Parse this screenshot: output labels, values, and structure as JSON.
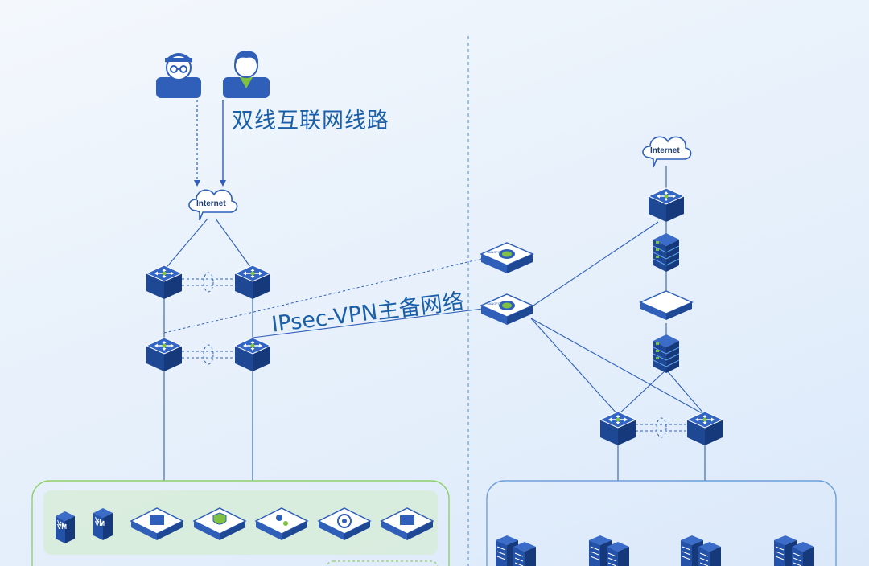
{
  "labels": {
    "dual_line": "双线互联网线路",
    "ipsec_vpn": "IPsec-VPN主备网络"
  },
  "nodes": {
    "internet_left": "Internet",
    "internet_right": "Internet",
    "vm_label": "VM"
  },
  "colors": {
    "accent_blue": "#1a5fa8",
    "device_top": "#2f5fb8",
    "device_side": "#1c3f86",
    "green_accent": "#7fc241",
    "green_zone_border": "#8fd06a",
    "blue_zone_border": "#6f9fd8"
  },
  "icons": [
    "engineer-icon",
    "user-icon",
    "cloud-icon",
    "switch-icon",
    "firewall-icon",
    "vpn-gateway-icon",
    "appliance-icon",
    "vm-server-icon",
    "server-rack-icon"
  ]
}
